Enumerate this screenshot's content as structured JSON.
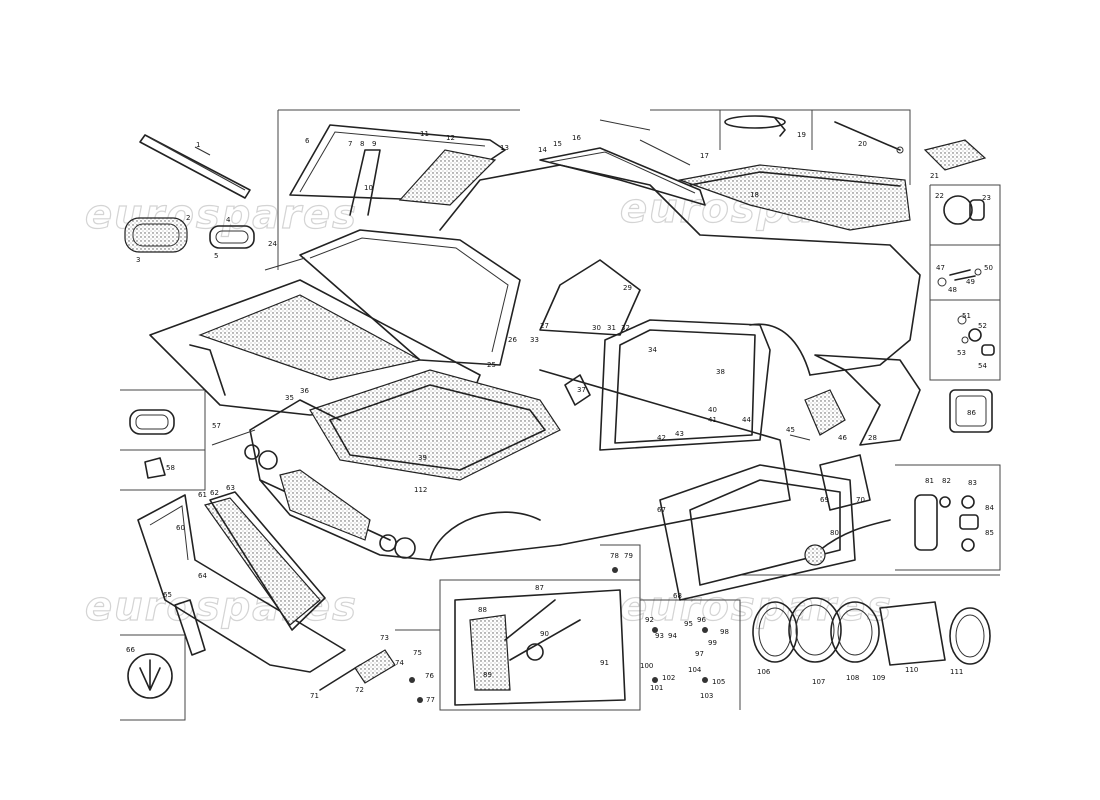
{
  "watermark": {
    "text": "eurospares"
  },
  "part_labels": {
    "p1": "1",
    "p2": "2",
    "p3": "3",
    "p4": "4",
    "p5": "5",
    "p6": "6",
    "p7": "7",
    "p8": "8",
    "p9": "9",
    "p10": "10",
    "p11": "11",
    "p12": "12",
    "p13": "13",
    "p14": "14",
    "p15": "15",
    "p16": "16",
    "p17": "17",
    "p18": "18",
    "p19": "19",
    "p20": "20",
    "p21": "21",
    "p22": "22",
    "p23": "23",
    "p24": "24",
    "p25": "25",
    "p26": "26",
    "p27": "27",
    "p28": "28",
    "p29": "29",
    "p30": "30",
    "p31": "31",
    "p32": "32",
    "p33": "33",
    "p34": "34",
    "p35": "35",
    "p36": "36",
    "p37": "37",
    "p38": "38",
    "p39": "39",
    "p40": "40",
    "p41": "41",
    "p42": "42",
    "p43": "43",
    "p44": "44",
    "p45": "45",
    "p46": "46",
    "p47": "47",
    "p48": "48",
    "p49": "49",
    "p50": "50",
    "p51": "51",
    "p52": "52",
    "p53": "53",
    "p54": "54",
    "p57": "57",
    "p58": "58",
    "p60": "60",
    "p61": "61",
    "p62": "62",
    "p63": "63",
    "p64": "64",
    "p65": "65",
    "p66": "66",
    "p67": "67",
    "p68": "68",
    "p69": "69",
    "p70": "70",
    "p71": "71",
    "p72": "72",
    "p73": "73",
    "p74": "74",
    "p75": "75",
    "p76": "76",
    "p77": "77",
    "p78": "78",
    "p79": "79",
    "p80": "80",
    "p81": "81",
    "p82": "82",
    "p83": "83",
    "p84": "84",
    "p85": "85",
    "p86": "86",
    "p87": "87",
    "p88": "88",
    "p89": "89",
    "p90": "90",
    "p91": "91",
    "p92": "92",
    "p93": "93",
    "p94": "94",
    "p95": "95",
    "p96": "96",
    "p97": "97",
    "p98": "98",
    "p99": "99",
    "p100": "100",
    "p101": "101",
    "p102": "102",
    "p103": "103",
    "p104": "104",
    "p105": "105",
    "p106": "106",
    "p107": "107",
    "p108": "108",
    "p109": "109",
    "p110": "110",
    "p111": "111",
    "p112": "112"
  }
}
